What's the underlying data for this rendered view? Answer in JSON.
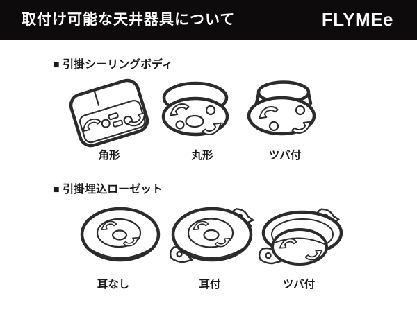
{
  "header": {
    "title": "取付け可能な天井器具について",
    "brand": "FLYMEe"
  },
  "sections": [
    {
      "heading": "■ 引掛シーリングボディ",
      "items": [
        {
          "label": "角形",
          "icon": "square-ceiling-body-icon"
        },
        {
          "label": "丸形",
          "icon": "round-ceiling-body-icon"
        },
        {
          "label": "ツバ付",
          "icon": "flanged-ceiling-body-icon"
        }
      ]
    },
    {
      "heading": "■ 引掛埋込ローゼット",
      "items": [
        {
          "label": "耳なし",
          "icon": "rosette-no-ears-icon"
        },
        {
          "label": "耳付",
          "icon": "rosette-with-ears-icon"
        },
        {
          "label": "ツバ付",
          "icon": "rosette-with-flange-icon"
        }
      ]
    }
  ],
  "colors": {
    "header_bg": "#0d0b0b",
    "header_text": "#ffffff",
    "line_art": "#2b2b2b",
    "background": "#ffffff"
  }
}
